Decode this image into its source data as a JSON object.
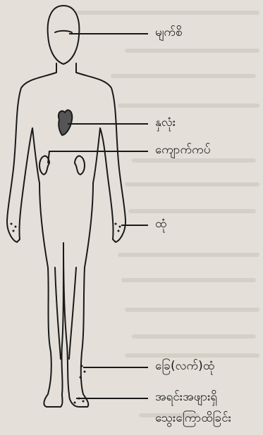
{
  "diagram": {
    "labels": {
      "eye": "မျက်စိ",
      "heart": "နှလုံး",
      "kidney": "ကျောက်ကပ်",
      "hand_wound": "ထုံ",
      "foot_wound": "ခြေ(လက်)ထုံ",
      "blood_vessel_line1": "အရင်းအဖျားရှိ",
      "blood_vessel_line2": "သွေးကြောထိခြင်း"
    }
  }
}
